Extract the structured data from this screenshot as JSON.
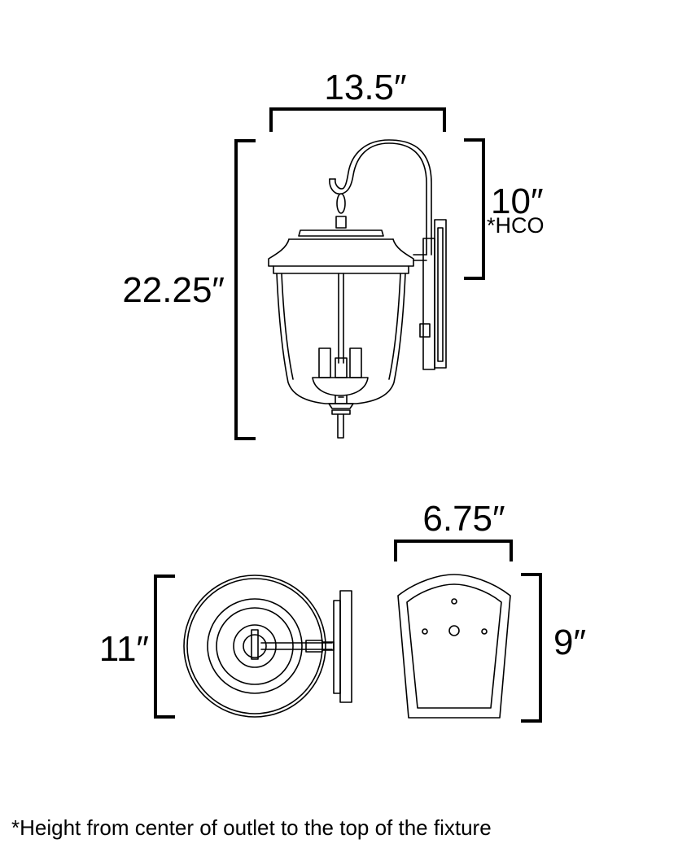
{
  "dimensions": {
    "width_top": "13.5″",
    "overall_height": "22.25″",
    "hco": "10″",
    "hco_marker": "*HCO",
    "canopy_diameter": "11″",
    "backplate_width": "6.75″",
    "backplate_height": "9″"
  },
  "footnote": "*Height from center of outlet to the top of the fixture"
}
